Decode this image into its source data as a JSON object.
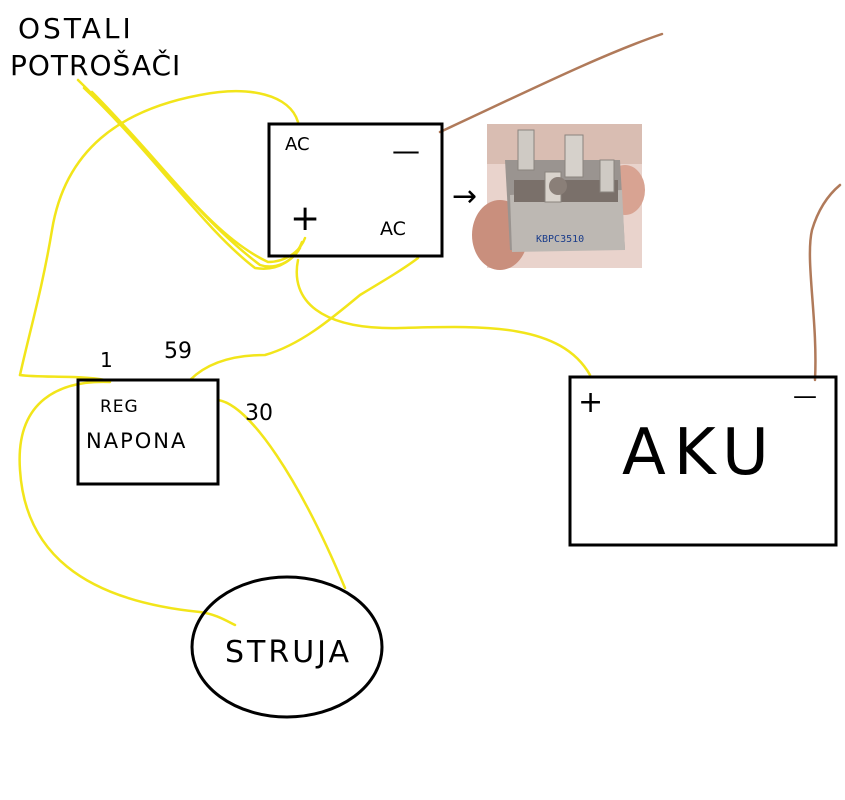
{
  "labels": {
    "consumers_line1": "OSTALI",
    "consumers_line2": "POTROŠAČI",
    "rectifier_ac_top": "AC",
    "rectifier_minus": "—",
    "rectifier_plus": "+",
    "rectifier_ac_bottom": "AC",
    "arrow": "→",
    "regulator_line1": "REG",
    "regulator_line2": "NAPONA",
    "regulator_pin_1": "1",
    "regulator_pin_59": "59",
    "regulator_pin_30": "30",
    "battery_plus": "+",
    "battery_minus": "—",
    "battery_name": "AKU",
    "generator_name": "STRUJA"
  },
  "photo": {
    "part_number": "KBPC3510"
  },
  "colors": {
    "wire_yellow": "#f2e51a",
    "wire_brown": "#b07a5a",
    "ink": "#000000"
  }
}
